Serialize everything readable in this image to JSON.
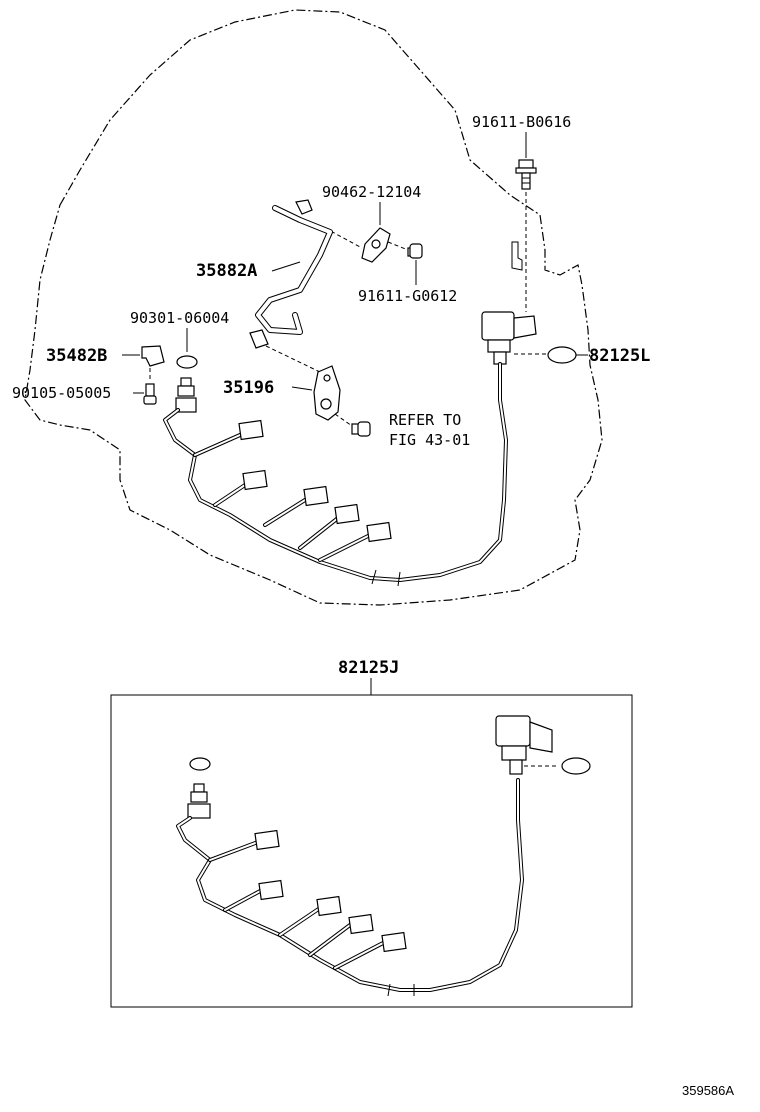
{
  "labels": {
    "bolt_top": "91611-B0616",
    "clamp_bolt": "90462-12104",
    "pipe": "35882A",
    "clamp_screw": "91611-G0612",
    "oring_small": "90301-06004",
    "bracket": "35482B",
    "ring": "82125L",
    "screw_small": "90105-05005",
    "plate": "35196",
    "refer_line1": "REFER TO",
    "refer_line2": "FIG 43-01",
    "harness_assy": "82125J",
    "figure_id": "359586A"
  },
  "colors": {
    "ink": "#000000",
    "paper": "#ffffff"
  }
}
